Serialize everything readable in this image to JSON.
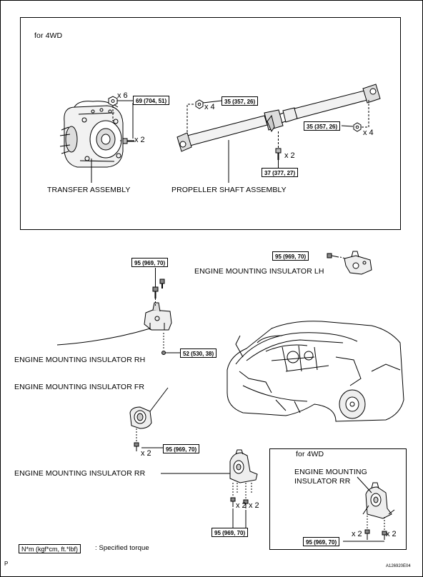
{
  "top_panel": {
    "variant_label": "for 4WD",
    "transfer_label": "TRANSFER ASSEMBLY",
    "propeller_label": "PROPELLER SHAFT ASSEMBLY",
    "torques": {
      "transfer_nut": "69 (704, 51)",
      "shaft_front": "35 (357, 26)",
      "shaft_rear": "35 (357, 26)",
      "center_bearing": "37 (377, 27)"
    },
    "multipliers": {
      "nut_x6": "x 6",
      "bolt_x2": "x 2",
      "front_x4": "x 4",
      "rear_x4": "x 4",
      "center_x2": "x 2"
    }
  },
  "bottom": {
    "labels": {
      "lh": "ENGINE MOUNTING INSULATOR LH",
      "rh": "ENGINE MOUNTING INSULATOR RH",
      "fr": "ENGINE MOUNTING INSULATOR FR",
      "rr": "ENGINE MOUNTING INSULATOR RR"
    },
    "torques": {
      "lh": "95 (969, 70)",
      "rh_top": "95 (969, 70)",
      "rh_bottom": "52 (530, 38)",
      "fr": "95 (969, 70)",
      "rr": "95 (969, 70)"
    },
    "multipliers": {
      "fr_x2": "x 2",
      "rr_left_x2": "x 2",
      "rr_right_x2": "x 2"
    }
  },
  "inset_4wd": {
    "variant_label": "for 4WD",
    "label_line1": "ENGINE MOUNTING",
    "label_line2": "INSULATOR RR",
    "torque": "95 (969, 70)",
    "mult_left": "x 2",
    "mult_right": "x 2"
  },
  "legend": {
    "key": "N*m (kgf*cm, ft.*lbf)",
    "text": ": Specified torque"
  },
  "footer": {
    "page_letter": "P",
    "figure_id": "A126920E04"
  }
}
